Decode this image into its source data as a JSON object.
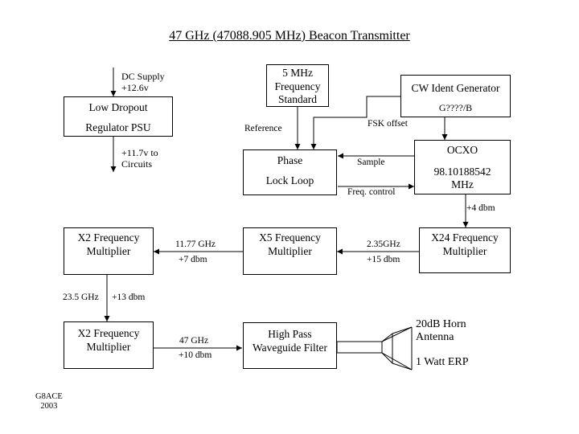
{
  "title": "47 GHz  (47088.905 MHz) Beacon Transmitter",
  "blocks": {
    "psu": {
      "line1": "Low Dropout",
      "line2": "Regulator PSU"
    },
    "freq_std": {
      "line1": "5 MHz",
      "line2": "Frequency",
      "line3": "Standard"
    },
    "cw_ident": {
      "line1": "CW Ident Generator",
      "line2": "G????/B"
    },
    "pll": {
      "line1": "Phase",
      "line2": "Lock Loop"
    },
    "ocxo": {
      "line1": "OCXO",
      "line2": "98.10188542",
      "line3": "MHz"
    },
    "x2_top": {
      "line1": "X2 Frequency",
      "line2": "Multiplier"
    },
    "x5": {
      "line1": "X5 Frequency",
      "line2": "Multiplier"
    },
    "x24": {
      "line1": "X24 Frequency",
      "line2": "Multiplier"
    },
    "x2_bottom": {
      "line1": "X2 Frequency",
      "line2": "Multiplier"
    },
    "hpf": {
      "line1": "High Pass",
      "line2": "Waveguide Filter"
    }
  },
  "labels": {
    "dc_supply": {
      "line1": "DC Supply",
      "line2": "+12.6v"
    },
    "circuits": {
      "line1": "+11.7v  to",
      "line2": "Circuits"
    },
    "reference": "Reference",
    "fsk_offset": "FSK offset",
    "sample": "Sample",
    "freq_control": "Freq. control",
    "ocxo_level": "+4 dbm",
    "x5_out_freq": "11.77 GHz",
    "x5_out_level": "+7 dbm",
    "x24_out_freq": "2.35GHz",
    "x24_out_level": "+15 dbm",
    "x2_out_freq": "23.5 GHz",
    "x2_out_level": "+13 dbm",
    "final_freq": "47 GHz",
    "final_level": "+10 dbm",
    "antenna": {
      "line1": "20dB Horn",
      "line2": "Antenna",
      "line3": "1 Watt ERP"
    }
  },
  "signature": {
    "line1": "G8ACE",
    "line2": "2003"
  }
}
